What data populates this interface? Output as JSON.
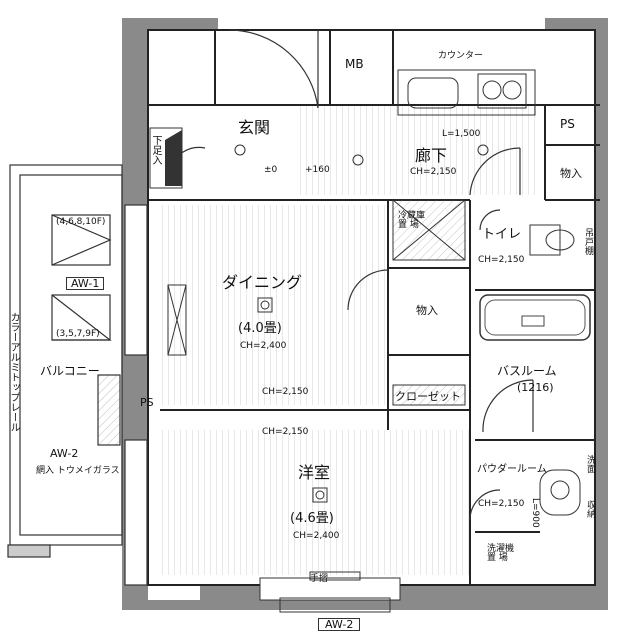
{
  "top": {
    "label": "バルコニー"
  },
  "rooms": {
    "entrance": {
      "name": "玄関",
      "shoes": "下足入",
      "floor1": "±0",
      "floor2": "+160"
    },
    "mb": "MB",
    "counter": "カウンター",
    "counter_len": "L=1,500",
    "ps_top": "PS",
    "corridor": {
      "name": "廊下",
      "ch": "CH=2,150"
    },
    "storage_corridor": "物入",
    "fridge": "冷蔵庫\n置 場",
    "toilet": {
      "name": "トイレ",
      "ch": "CH=2,150",
      "cabinet": "吊戸棚"
    },
    "dining": {
      "name": "ダイニング",
      "size": "(4.0畳)",
      "ch": "CH=2,400"
    },
    "storage_mid": "物入",
    "bath": {
      "name": "バスルーム",
      "size": "(1216)"
    },
    "closet": "クローゼット",
    "ch_2150_a": "CH=2,150",
    "ch_2150_b": "CH=2,150",
    "western": {
      "name": "洋室",
      "size": "(4.6畳)",
      "ch": "CH=2,400"
    },
    "powder": {
      "name": "パウダールーム",
      "ch": "CH=2,150",
      "l900": "L=900",
      "storage": "収納",
      "lamp": "洗面"
    },
    "laundry": "洗濯機\n置 場",
    "ps_left": "PS",
    "handrail": "手摺"
  },
  "windows": {
    "aw1": "AW-1",
    "aw1_floors_top": "(4,6,8,10F)",
    "aw1_floors_bottom": "(3,5,7,9F)",
    "aw2": "AW-2",
    "aw2_glass": "網入 トウメイガラス",
    "aw2_bottom": "AW-2"
  },
  "balcony": {
    "name": "バルコニー",
    "rail": "カラーアルミトップレール"
  }
}
